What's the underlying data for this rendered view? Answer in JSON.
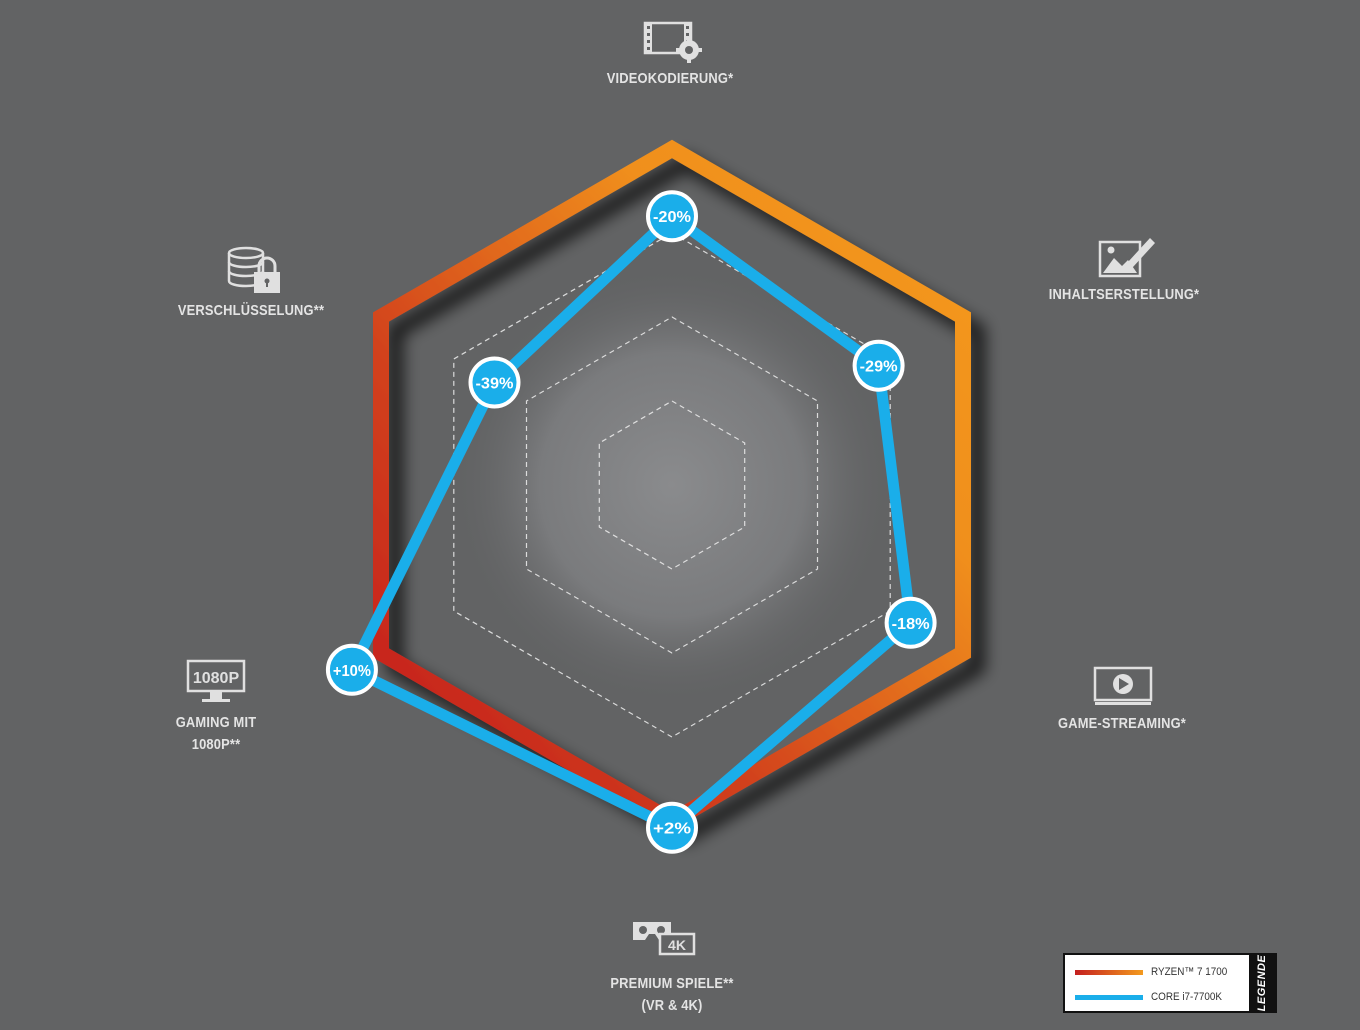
{
  "chart_data": {
    "type": "radar",
    "axes": [
      {
        "label_lines": [
          "VIDEOKODIERUNG*"
        ],
        "icon": "video-settings-icon"
      },
      {
        "label_lines": [
          "INHALTSERSTELLUNG*"
        ],
        "icon": "image-edit-icon"
      },
      {
        "label_lines": [
          "GAME-STREAMING*"
        ],
        "icon": "play-screen-icon"
      },
      {
        "label_lines": [
          "PREMIUM SPIELE**",
          "(VR & 4K)"
        ],
        "icon": "vr-4k-icon"
      },
      {
        "label_lines": [
          "GAMING MIT",
          "1080P**"
        ],
        "icon": "monitor-1080p-icon"
      },
      {
        "label_lines": [
          "VERSCHLÜSSELUNG**"
        ],
        "icon": "database-lock-icon"
      }
    ],
    "series": [
      {
        "name": "RYZEN™ 7 1700",
        "values": [
          1.0,
          1.0,
          1.0,
          1.0,
          1.0,
          1.0
        ],
        "color_start": "#c41f1f",
        "color_end": "#f39a1e"
      },
      {
        "name": "CORE i7-7700K",
        "values": [
          0.8,
          0.71,
          0.82,
          1.02,
          1.1,
          0.61
        ],
        "color": "#1aaeea",
        "point_labels": [
          "-20%",
          "-29%",
          "-18%",
          "+2%",
          "+10%",
          "-39%"
        ]
      }
    ],
    "grid_levels": [
      0.25,
      0.5,
      0.75
    ],
    "grid_style": "dashed"
  },
  "legend": {
    "title": "LEGENDE",
    "items": [
      {
        "label": "RYZEN™ 7 1700"
      },
      {
        "label": "CORE i7-7700K"
      }
    ]
  },
  "icons": {
    "video": "1080P",
    "vr": "4K"
  }
}
